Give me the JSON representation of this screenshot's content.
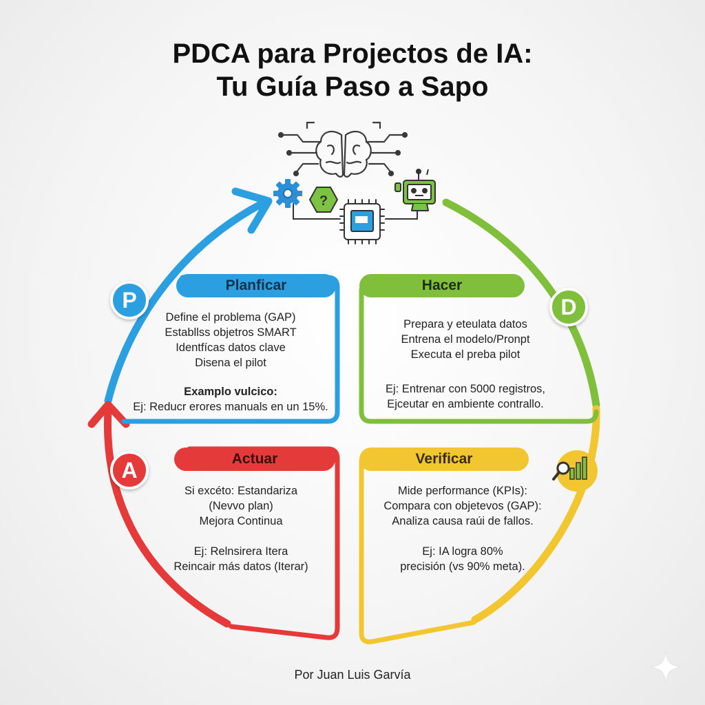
{
  "title": {
    "line1": "PDCA para Projectos de IA:",
    "line2": "Tu Guía Paso a Sapo"
  },
  "colors": {
    "plan": "#2b9fe0",
    "do": "#80bf3c",
    "check": "#f2c631",
    "act": "#e53a3a"
  },
  "icons": [
    "brain-circuit-icon",
    "gear-icon",
    "question-hex-icon",
    "robot-monitor-icon",
    "chip-icon",
    "magnifier-chart-icon"
  ],
  "badges": {
    "p": "P",
    "d": "D",
    "a": "A"
  },
  "plan": {
    "header": "Planficar",
    "lines": [
      "Define el problema (GAP)",
      "Establlss objetros SMART",
      "Identfícas datos clave",
      "Disena el pilot"
    ],
    "example_title": "Examplo vulcico:",
    "example": "Ej: Reducr erores manuals en un 15%."
  },
  "do": {
    "header": "Hacer",
    "lines": [
      "Prepara y eteulata datos",
      "Entrena el modelo/Pronpt",
      "Executa el preba pilot"
    ],
    "example_lines": [
      "Ej: Entrenar con 5000 registros,",
      "Ejceutar en ambiente contrallo."
    ]
  },
  "act": {
    "header": "Actuar",
    "lines": [
      "Si excéto: Estandariza",
      "(Nevvo plan)",
      "Mejora Continua"
    ],
    "example_lines": [
      "Ej: Relnsirera Itera",
      "Reincair más datos (Iterar)"
    ]
  },
  "check": {
    "header": "Verificar",
    "lines": [
      "Mide performance (KPIs):",
      "Compara con objetevos (GAP):",
      "Analiza causa raúi de fallos."
    ],
    "example_lines": [
      "Ej: IA logra 80%",
      "precisión (vs 90% meta)."
    ]
  },
  "author": "Por Juan Luis Garvía"
}
